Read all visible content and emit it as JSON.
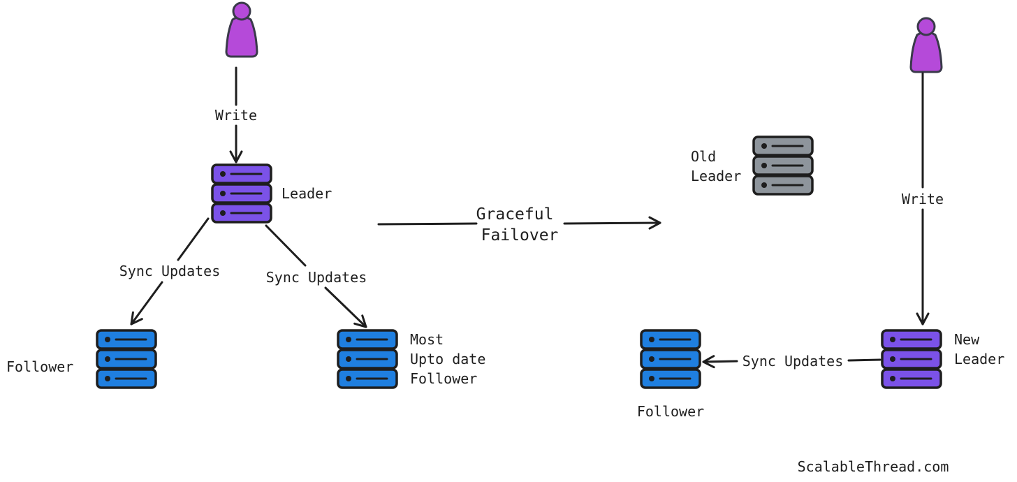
{
  "colors": {
    "user": "#b54ad9",
    "leader": "#7b52e8",
    "follower": "#1f7fe0",
    "old_leader": "#8e959c",
    "ink": "#1e1e1e"
  },
  "icons": {
    "user": "user-icon",
    "server": "server-stack-icon"
  },
  "before": {
    "write_label": "Write",
    "leader_label": "Leader",
    "sync_left_label": "Sync Updates",
    "sync_right_label": "Sync Updates",
    "follower_label": "Follower",
    "most_uptodate_label": [
      "Most",
      "Upto date",
      "Follower"
    ]
  },
  "transition": {
    "label": [
      "Graceful",
      "Failover"
    ]
  },
  "after": {
    "old_leader_label": [
      "Old",
      "Leader"
    ],
    "write_label": "Write",
    "new_leader_label": [
      "New",
      "Leader"
    ],
    "sync_label": "Sync Updates",
    "follower_label": "Follower"
  },
  "footer": {
    "brand": "ScalableThread.com"
  }
}
